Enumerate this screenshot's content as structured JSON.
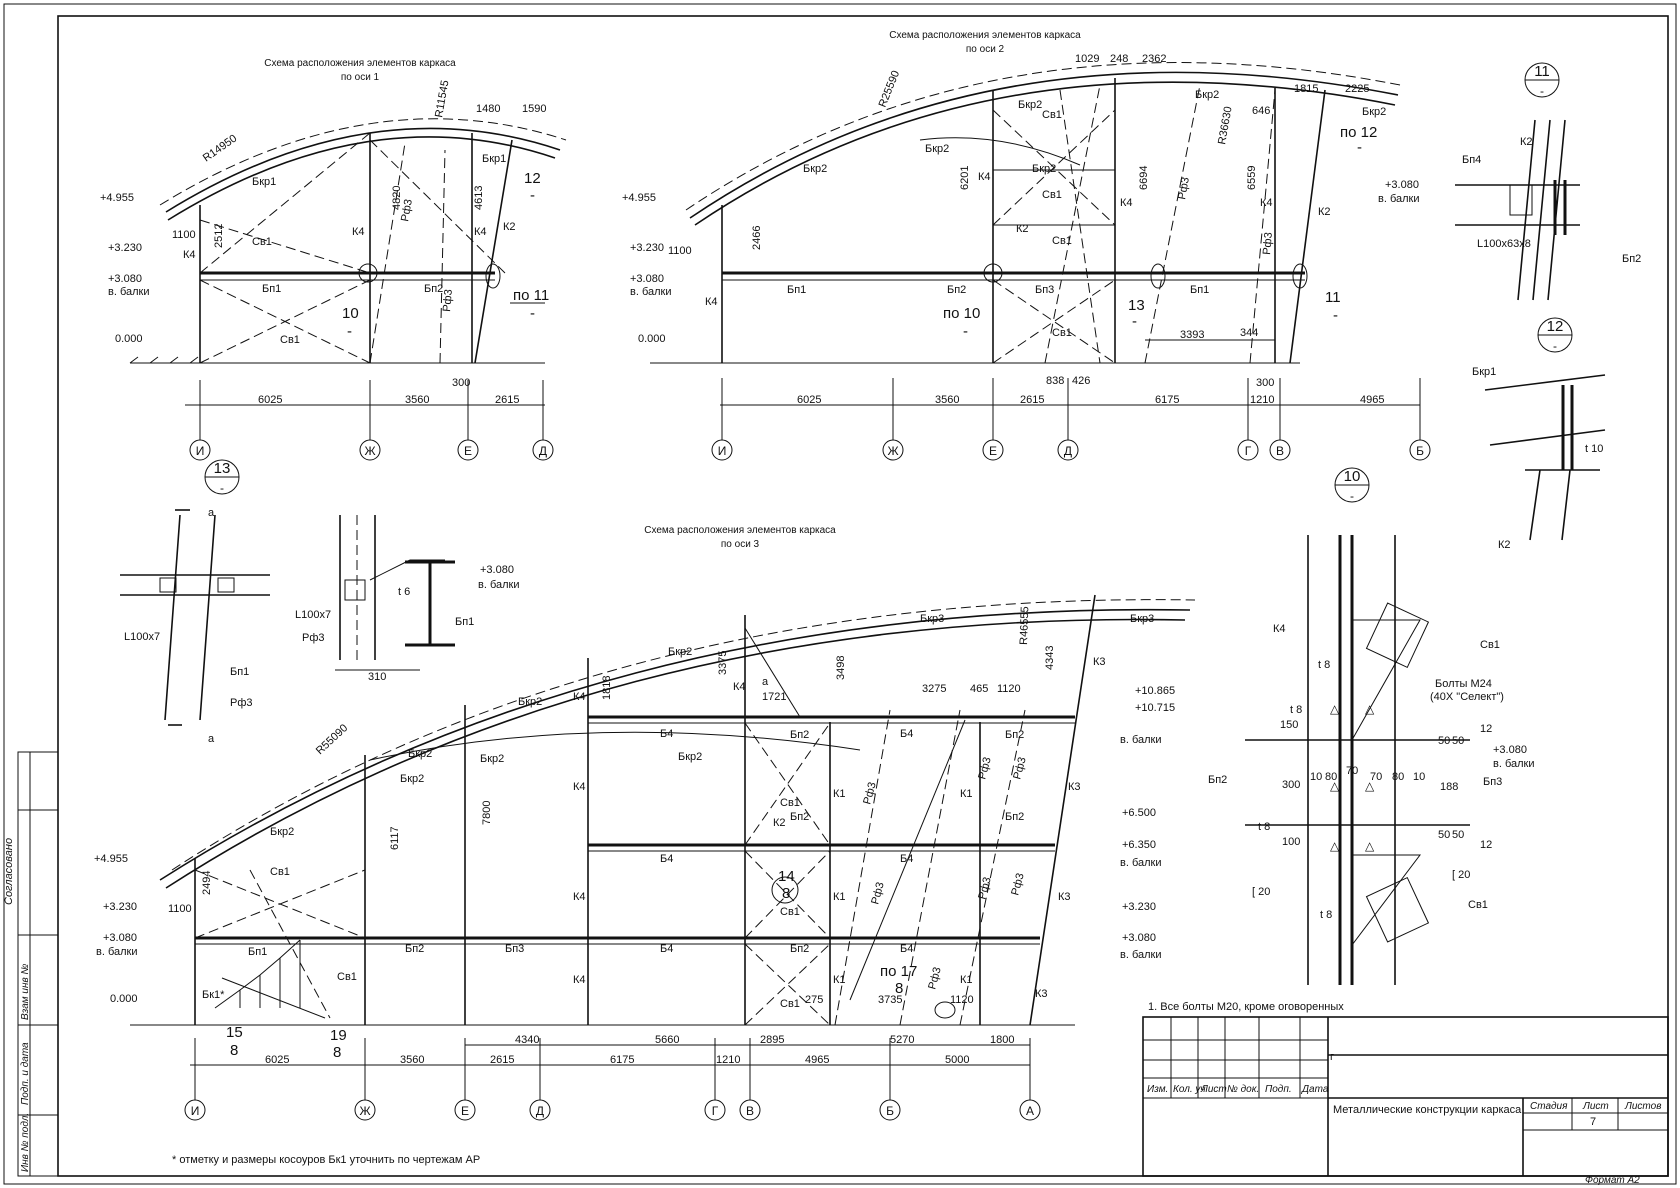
{
  "sheet": {
    "side_labels": [
      "Согласовано",
      "Взам инв №",
      "Подп. и дата",
      "Инв № подл."
    ],
    "note_main": "1. Все болты М20, кроме оговоренных",
    "note_bottom": "* отметку и размеры косоуров Бк1 уточнить по чертежам АР",
    "format": "Формат А2"
  },
  "title_block": {
    "cols": [
      "Изм.",
      "Кол. уч",
      "Лист",
      "№ док.",
      "Подп.",
      "Дата"
    ],
    "title": "Металлические конструкции каркаса",
    "stage_label": "Стадия",
    "sheet_label": "Лист",
    "sheets_label": "Листов",
    "sheet_value": "7"
  },
  "view1": {
    "title_1": "Схема расположения элементов каркаса",
    "title_2": "по оси 1",
    "levels": [
      "+4.955",
      "+3.230",
      "+3.080",
      "в. балки",
      "0.000"
    ],
    "dims_top": [
      "1480",
      "1590"
    ],
    "radius": [
      "R14950",
      "R11545"
    ],
    "vert_dims": [
      "2512",
      "4820",
      "4613"
    ],
    "horiz_small": [
      "1100",
      "300"
    ],
    "elements": [
      "Бкр1",
      "Бкр1",
      "Св1",
      "Св1",
      "К4",
      "К4",
      "К4",
      "К2",
      "Рф3",
      "Рф3",
      "Бп1",
      "Бп2"
    ],
    "callouts": [
      "10",
      "-",
      "по 11",
      "-",
      "12",
      "-"
    ],
    "dims_bottom": [
      "6025",
      "3560",
      "2615"
    ],
    "axes": [
      "И",
      "Ж",
      "Е",
      "Д"
    ]
  },
  "view2": {
    "title_1": "Схема расположения элементов каркаса",
    "title_2": "по оси 2",
    "levels": [
      "+4.955",
      "+3.230",
      "+3.080",
      "в. балки",
      "0.000"
    ],
    "dims_top": [
      "1029",
      "248",
      "2362",
      "1815",
      "2225"
    ],
    "radius": [
      "R25590",
      "R36630"
    ],
    "vert_dims": [
      "2466",
      "6201",
      "6694",
      "6559",
      "646"
    ],
    "horiz_small": [
      "1100",
      "3393",
      "344",
      "838",
      "426",
      "300"
    ],
    "elements": [
      "Бкр2",
      "Бкр2",
      "Бкр2",
      "Бкр2",
      "Бкр2",
      "Бкр2",
      "Св1",
      "Св1",
      "Св1",
      "Св1",
      "К4",
      "К4",
      "К4",
      "К4",
      "К2",
      "К2",
      "Рф3",
      "Рф3",
      "Бп1",
      "Бп2",
      "Бп3",
      "Бп1"
    ],
    "callouts": [
      "по 10",
      "-",
      "13",
      "-",
      "11",
      "-",
      "по 12",
      "-"
    ],
    "dims_bottom": [
      "6025",
      "3560",
      "2615",
      "6175",
      "1210",
      "4965"
    ],
    "axes": [
      "И",
      "Ж",
      "Е",
      "Д",
      "Г",
      "В",
      "Б"
    ]
  },
  "view3": {
    "title_1": "Схема расположения элементов каркаса",
    "title_2": "по оси 3",
    "levels_left": [
      "+4.955",
      "+3.230",
      "+3.080",
      "в. балки",
      "0.000"
    ],
    "levels_right": [
      "+10.865",
      "+10.715",
      "в. балки",
      "+6.500",
      "+6.350",
      "в. балки",
      "+3.230",
      "+3.080",
      "в. балки"
    ],
    "radius": [
      "R55090",
      "R46555"
    ],
    "vert_dims": [
      "1818",
      "3375",
      "3498",
      "4343",
      "7800",
      "6117",
      "2494"
    ],
    "dims_top": [
      "1721",
      "3275",
      "465",
      "1120"
    ],
    "horiz_small": [
      "1100",
      "275",
      "3735",
      "1120"
    ],
    "elements": [
      "Бкр2",
      "Бкр2",
      "Бкр2",
      "Бкр2",
      "Бкр2",
      "Бкр2",
      "Бкр2",
      "Бкр3",
      "Бкр3",
      "Бп2",
      "Бп2",
      "Бп2",
      "Бп2",
      "Бп2",
      "Бп3",
      "Бп2",
      "Бп1",
      "Бк1*",
      "Св1",
      "Св1",
      "Св1",
      "Св1",
      "Св1",
      "Б4",
      "Б4",
      "Б4",
      "Б4",
      "Б4",
      "Б4",
      "К1",
      "К1",
      "К1",
      "К1",
      "К1",
      "К2",
      "К3",
      "К3",
      "К3",
      "К3",
      "К4",
      "К4",
      "К4",
      "К4",
      "К4",
      "Рф3",
      "Рф3",
      "Рф3",
      "Рф3",
      "Рф3",
      "Рф3",
      "Рф3",
      "а"
    ],
    "callouts": [
      "14",
      "8",
      "по 17",
      "8",
      "15",
      "8",
      "19",
      "8"
    ],
    "dims_bottom_row1": [
      "4340",
      "5660",
      "2895",
      "5270",
      "1800"
    ],
    "dims_bottom_row2": [
      "6025",
      "3560",
      "2615",
      "6175",
      "1210",
      "4965",
      "5000"
    ],
    "axes": [
      "И",
      "Ж",
      "Е",
      "Д",
      "Г",
      "В",
      "Б",
      "А"
    ]
  },
  "detail11": {
    "num": "11",
    "sub": "-",
    "labels": [
      "К2",
      "Бп4",
      "+3.080",
      "в. балки",
      "L100x63x8",
      "Бп2"
    ]
  },
  "detail12": {
    "num": "12",
    "sub": "-",
    "labels": [
      "Бкр1",
      "t 10",
      "К2"
    ]
  },
  "detail13": {
    "num": "13",
    "sub": "-",
    "labels": [
      "а",
      "а",
      "L100x7",
      "Бп1",
      "Рф3"
    ]
  },
  "section_aa": {
    "labels": [
      "t 6",
      "+3.080",
      "в. балки",
      "L100x7",
      "Рф3",
      "Бп1",
      "310"
    ]
  },
  "detail10": {
    "num": "10",
    "sub": "-",
    "labels": [
      "К4",
      "Св1",
      "t 8",
      "Болты М24",
      "(40Х \"Селект\")",
      "t 8",
      "150",
      "50",
      "50",
      "12",
      "+3.080",
      "в. балки",
      "Бп2",
      "300",
      "10",
      "80",
      "70",
      "70",
      "80",
      "10",
      "188",
      "Бп3",
      "t 8",
      "100",
      "50",
      "50",
      "12",
      "[ 20",
      "[ 20",
      "t 8",
      "Св1"
    ]
  }
}
